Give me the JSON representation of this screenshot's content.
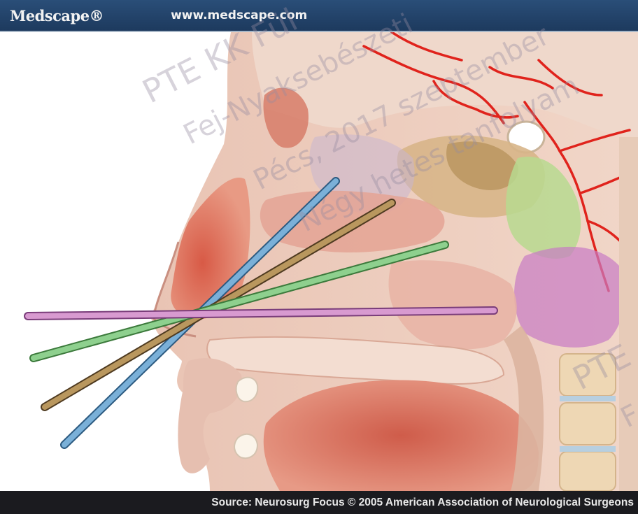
{
  "header": {
    "logo": "Medscape®",
    "url": "www.medscape.com"
  },
  "footer": {
    "source": "Source: Neurosurg Focus © 2005 American Association of Neurological Surgeons"
  },
  "illustration": {
    "subject": "sagittal-head-nasal-endoscopic-trajectories",
    "trajectory_colors": [
      "#7ab0d8",
      "#b9975e",
      "#8ed08e",
      "#d89ad0"
    ]
  },
  "watermark": {
    "line1": "PTE KK Fül",
    "line2": "Fej-Nyaksebészeti",
    "line3": "Pécs, 2017 szeptember",
    "line4": "Négy hetes tanfolyam",
    "line5": "PTE",
    "line6": "F"
  }
}
